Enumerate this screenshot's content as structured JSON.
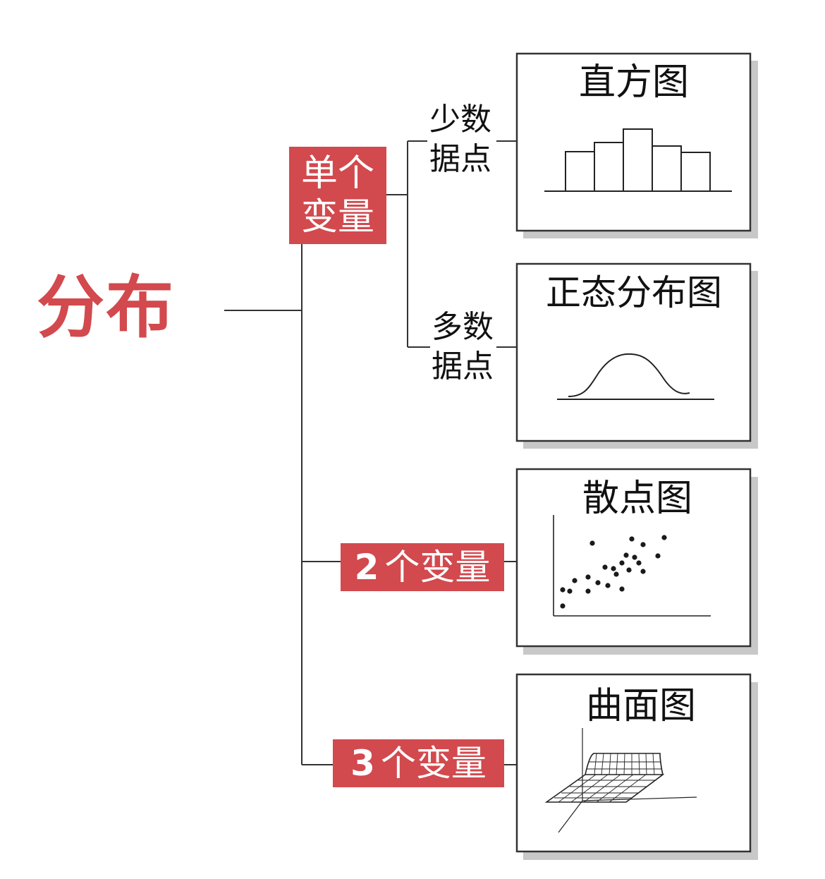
{
  "root": {
    "title": "分布"
  },
  "branches": {
    "single": {
      "label": "单个变量"
    },
    "two": {
      "number": "2",
      "label": "个变量"
    },
    "three": {
      "number": "3",
      "label": "个变量"
    }
  },
  "sub_branches": {
    "few": {
      "label": "少数据点"
    },
    "many": {
      "label": "多数据点"
    }
  },
  "cards": {
    "histogram": {
      "title": "直方图"
    },
    "normal": {
      "title": "正态分布图"
    },
    "scatter": {
      "title": "散点图"
    },
    "surface": {
      "title": "曲面图"
    }
  },
  "colors": {
    "accent": "#d2494e",
    "line": "#333333",
    "shadow": "#c8c8c8"
  }
}
